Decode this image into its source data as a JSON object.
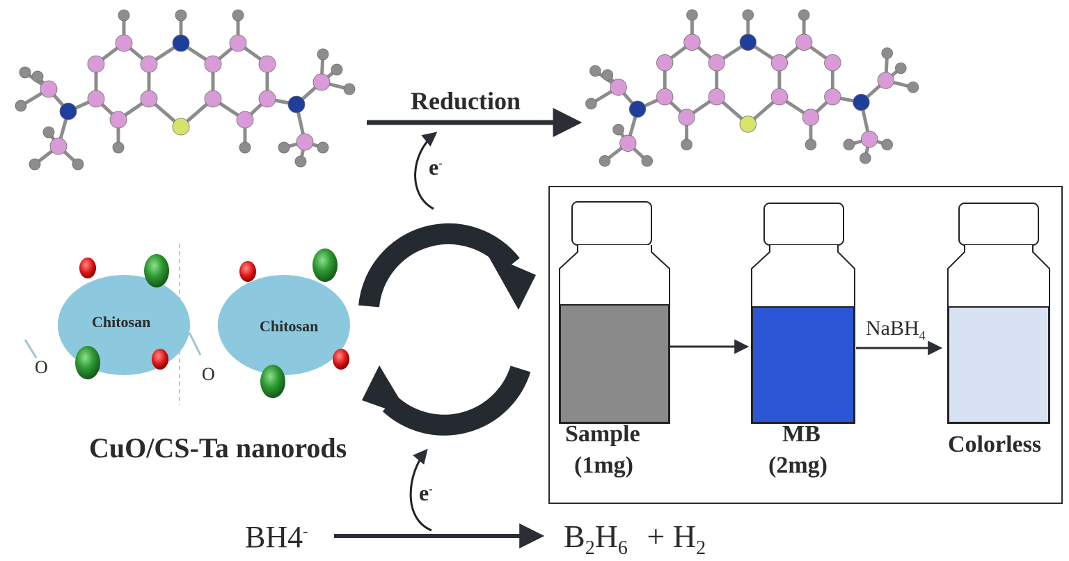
{
  "reaction": {
    "reduction_label": "Reduction",
    "electron_top": "e",
    "electron_bottom": "e",
    "electron_superscript": "-"
  },
  "catalyst": {
    "chitosan_left": "Chitosan",
    "chitosan_right": "Chitosan",
    "oxygen_left": "O",
    "oxygen_right": "O",
    "caption": "CuO/CS-Ta nanorods"
  },
  "vials": {
    "sample_label": "Sample",
    "sample_mass": "(1mg)",
    "mb_label": "MB",
    "mb_mass": "(2mg)",
    "colorless_label": "Colorless",
    "reagent_base": "NaBH",
    "reagent_sub": "4",
    "colors": {
      "sample": "#8a8a8a",
      "mb": "#2b56d6",
      "colorless": "#d9e2f2"
    }
  },
  "equation": {
    "reactant": "BH4",
    "reactant_charge": "-",
    "p1_b": "B",
    "p1_sub_b": "2",
    "p1_h": "H",
    "p1_sub_h": "6",
    "plus": "+",
    "p2_h": "H",
    "p2_sub": "2"
  },
  "atom_colors": {
    "carbon": "#d99ad8",
    "nitrogen": "#1f3f9c",
    "sulfur": "#d9e36a",
    "hydrogen": "#8d8d8d",
    "bond": "#8c8c8c"
  }
}
